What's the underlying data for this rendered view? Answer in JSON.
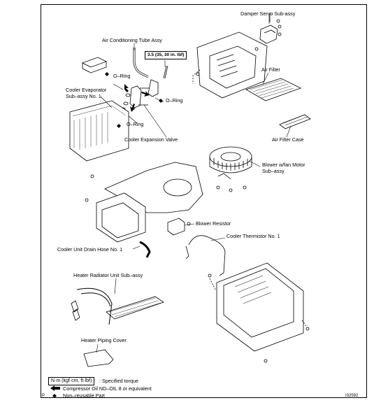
{
  "labels": {
    "damper_servo": "Damper Servo Sub-assy",
    "ac_tube": "Air Conditioning Tube Assy",
    "torque_value": "3.5 (35, 30 in. lbf)",
    "o_ring_1": "O–Ring",
    "o_ring_2": "O–Ring",
    "o_ring_3": "O–Ring",
    "cooler_evaporator": "Cooler Evaporator\nSub–assy No. 1",
    "air_filter": "Air Filter",
    "air_filter_case": "Air Filter Case",
    "cooler_expansion_valve": "Cooler Expansion Valve",
    "blower_motor": "Blower w/fan Motor\nSub–assy",
    "blower_resistor": "Blower Resistor",
    "cooler_thermistor": "Cooler Thermistor No. 1",
    "drain_hose": "Cooler Unit Drain Hose No. 1",
    "heater_radiator": "Heater Radiator Unit Sub–assy",
    "heater_piping_cover": "Heater Piping Cover"
  },
  "legend": {
    "torque_unit": "N·m (kgf·cm, ft·lbf)",
    "torque_desc": ": Specified torque",
    "compressor_oil": "Compressor Oil ND–OIL 8 or equivalent",
    "non_reusable": "Non–reusable Part"
  },
  "footer": {
    "page_marker": "P",
    "figure_id": "I32592"
  },
  "colors": {
    "line": "#000000",
    "background": "#ffffff"
  }
}
